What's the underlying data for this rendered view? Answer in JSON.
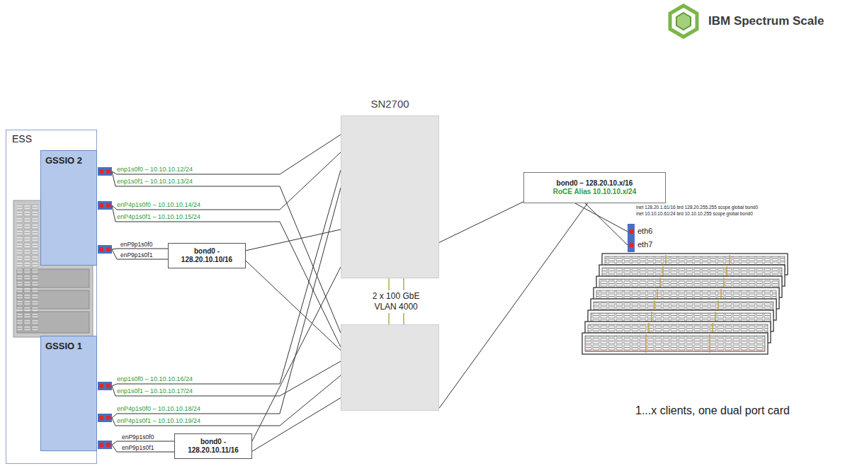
{
  "diagram": {
    "nodes": [
      {
        "text": [
          "ESS"
        ]
      },
      {
        "text": [
          "GSSIO 2"
        ],
        "in": 0
      },
      {
        "text": [
          "bond0 - 128.20.10.10/16"
        ]
      },
      {
        "text": [
          "GSSIO 1"
        ],
        "in": 0
      },
      {
        "text": [
          "bond0 - 128.20.10.11/16"
        ]
      },
      {
        "text": [
          "SN2700"
        ]
      },
      {
        "text": []
      },
      {
        "text": [
          "bond0 – 128.20.10.x/16",
          "RoCE Alias 10.10.10.x/24"
        ]
      }
    ],
    "edges": [
      {
        "from": 2,
        "to": 5,
        "arrow": "none"
      },
      {
        "from": 2,
        "to": 6,
        "arrow": "none"
      },
      {
        "from": 4,
        "to": 5,
        "arrow": "none"
      },
      {
        "from": 4,
        "to": 6,
        "arrow": "none"
      },
      {
        "from": 5,
        "to": 6,
        "label": "2 x 100 GbE VLAN 4000",
        "arrow": "none"
      },
      {
        "from": 5,
        "to": 6,
        "arrow": "none"
      },
      {
        "from": 7,
        "to": 5,
        "arrow": "none"
      },
      {
        "from": 7,
        "to": 6,
        "arrow": "none"
      }
    ],
    "labels": [
      "IBM Spectrum Scale",
      "enp1s0f0 – 10.10.10.12/24",
      "enp1s0f1 – 10.10.10.13/24",
      "enP4p1s0f0 – 10.10.10.14/24",
      "enP4p1s0f1 – 10.10.10.15/24",
      "enP9p1s0f0",
      "enP9p1s0f1",
      "enp1s0f0 – 10.10.10.16/24",
      "enp1s0f1 – 10.10.10.17/24",
      "enP4p1s0f0 – 10.10.10.18/24",
      "enP4p1s0f1 – 10.10.10.19/24",
      "enP9p1s0f0",
      "enP9p1s0f1",
      "inet 128.20.1.61/16 brd 128.20.255.255 scope global bond0",
      "inet 10.10.10.61/24 brd 10.10.10.255 scope global bond0",
      "eth6",
      "eth7",
      "1...x clients, one dual port card"
    ]
  }
}
